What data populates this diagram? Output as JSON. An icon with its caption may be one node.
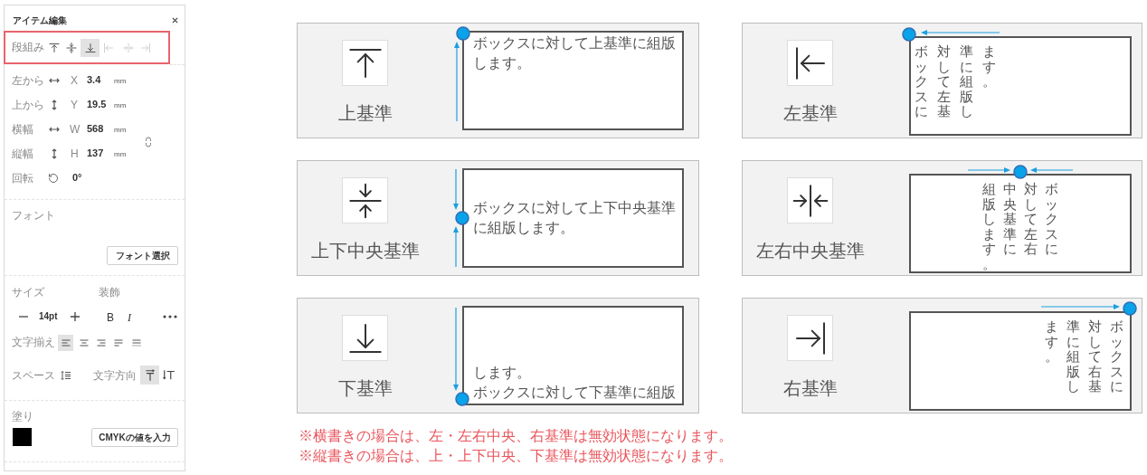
{
  "diagram": {
    "nodes": [
      {
        "text": [
          "アイテム編集"
        ]
      },
      {
        "text": [
          "段組み"
        ],
        "in": 0
      },
      {
        "text": [
          "上基準"
        ]
      },
      {
        "text": [
          "ボックスに対して上基準に組版します。"
        ],
        "in": 2
      },
      {
        "text": [
          "左基準"
        ]
      },
      {
        "text": [
          "ボックスに",
          "対して左基",
          "準に組版し",
          "ます。"
        ],
        "in": 4
      },
      {
        "text": [
          "上下中央基準"
        ]
      },
      {
        "text": [
          "ボックスに対して上下中央基準に組版します。"
        ],
        "in": 6
      },
      {
        "text": [
          "左右中央基準"
        ]
      },
      {
        "text": [
          "ボックスに",
          "対して左右",
          "中央基準に",
          "組版します。"
        ],
        "in": 8
      },
      {
        "text": [
          "下基準"
        ]
      },
      {
        "text": [
          "ボックスに対して下基準に組版します。"
        ],
        "in": 10
      },
      {
        "text": [
          "右基準"
        ]
      },
      {
        "text": [
          "ボックスに",
          "対して右基",
          "準に組版し",
          "ます。"
        ],
        "in": 12
      }
    ],
    "labels": [
      "左から",
      "X",
      "3.4",
      "mm",
      "上から",
      "Y",
      "19.5",
      "mm",
      "横幅",
      "W",
      "568",
      "mm",
      "縦幅",
      "H",
      "137",
      "mm",
      "回転",
      "0°",
      "フォント",
      "フォント選択",
      "サイズ",
      "装飾",
      "14pt",
      "B",
      "I",
      "文字揃え",
      "スペース",
      "文字方向",
      "塗り",
      "CMYKの値を入力",
      "※横書きの場合は、左・左右中央、右基準は無効状態になります。",
      "※縦書きの場合は、上・上下中央、下基準は無効状態になります。"
    ]
  }
}
